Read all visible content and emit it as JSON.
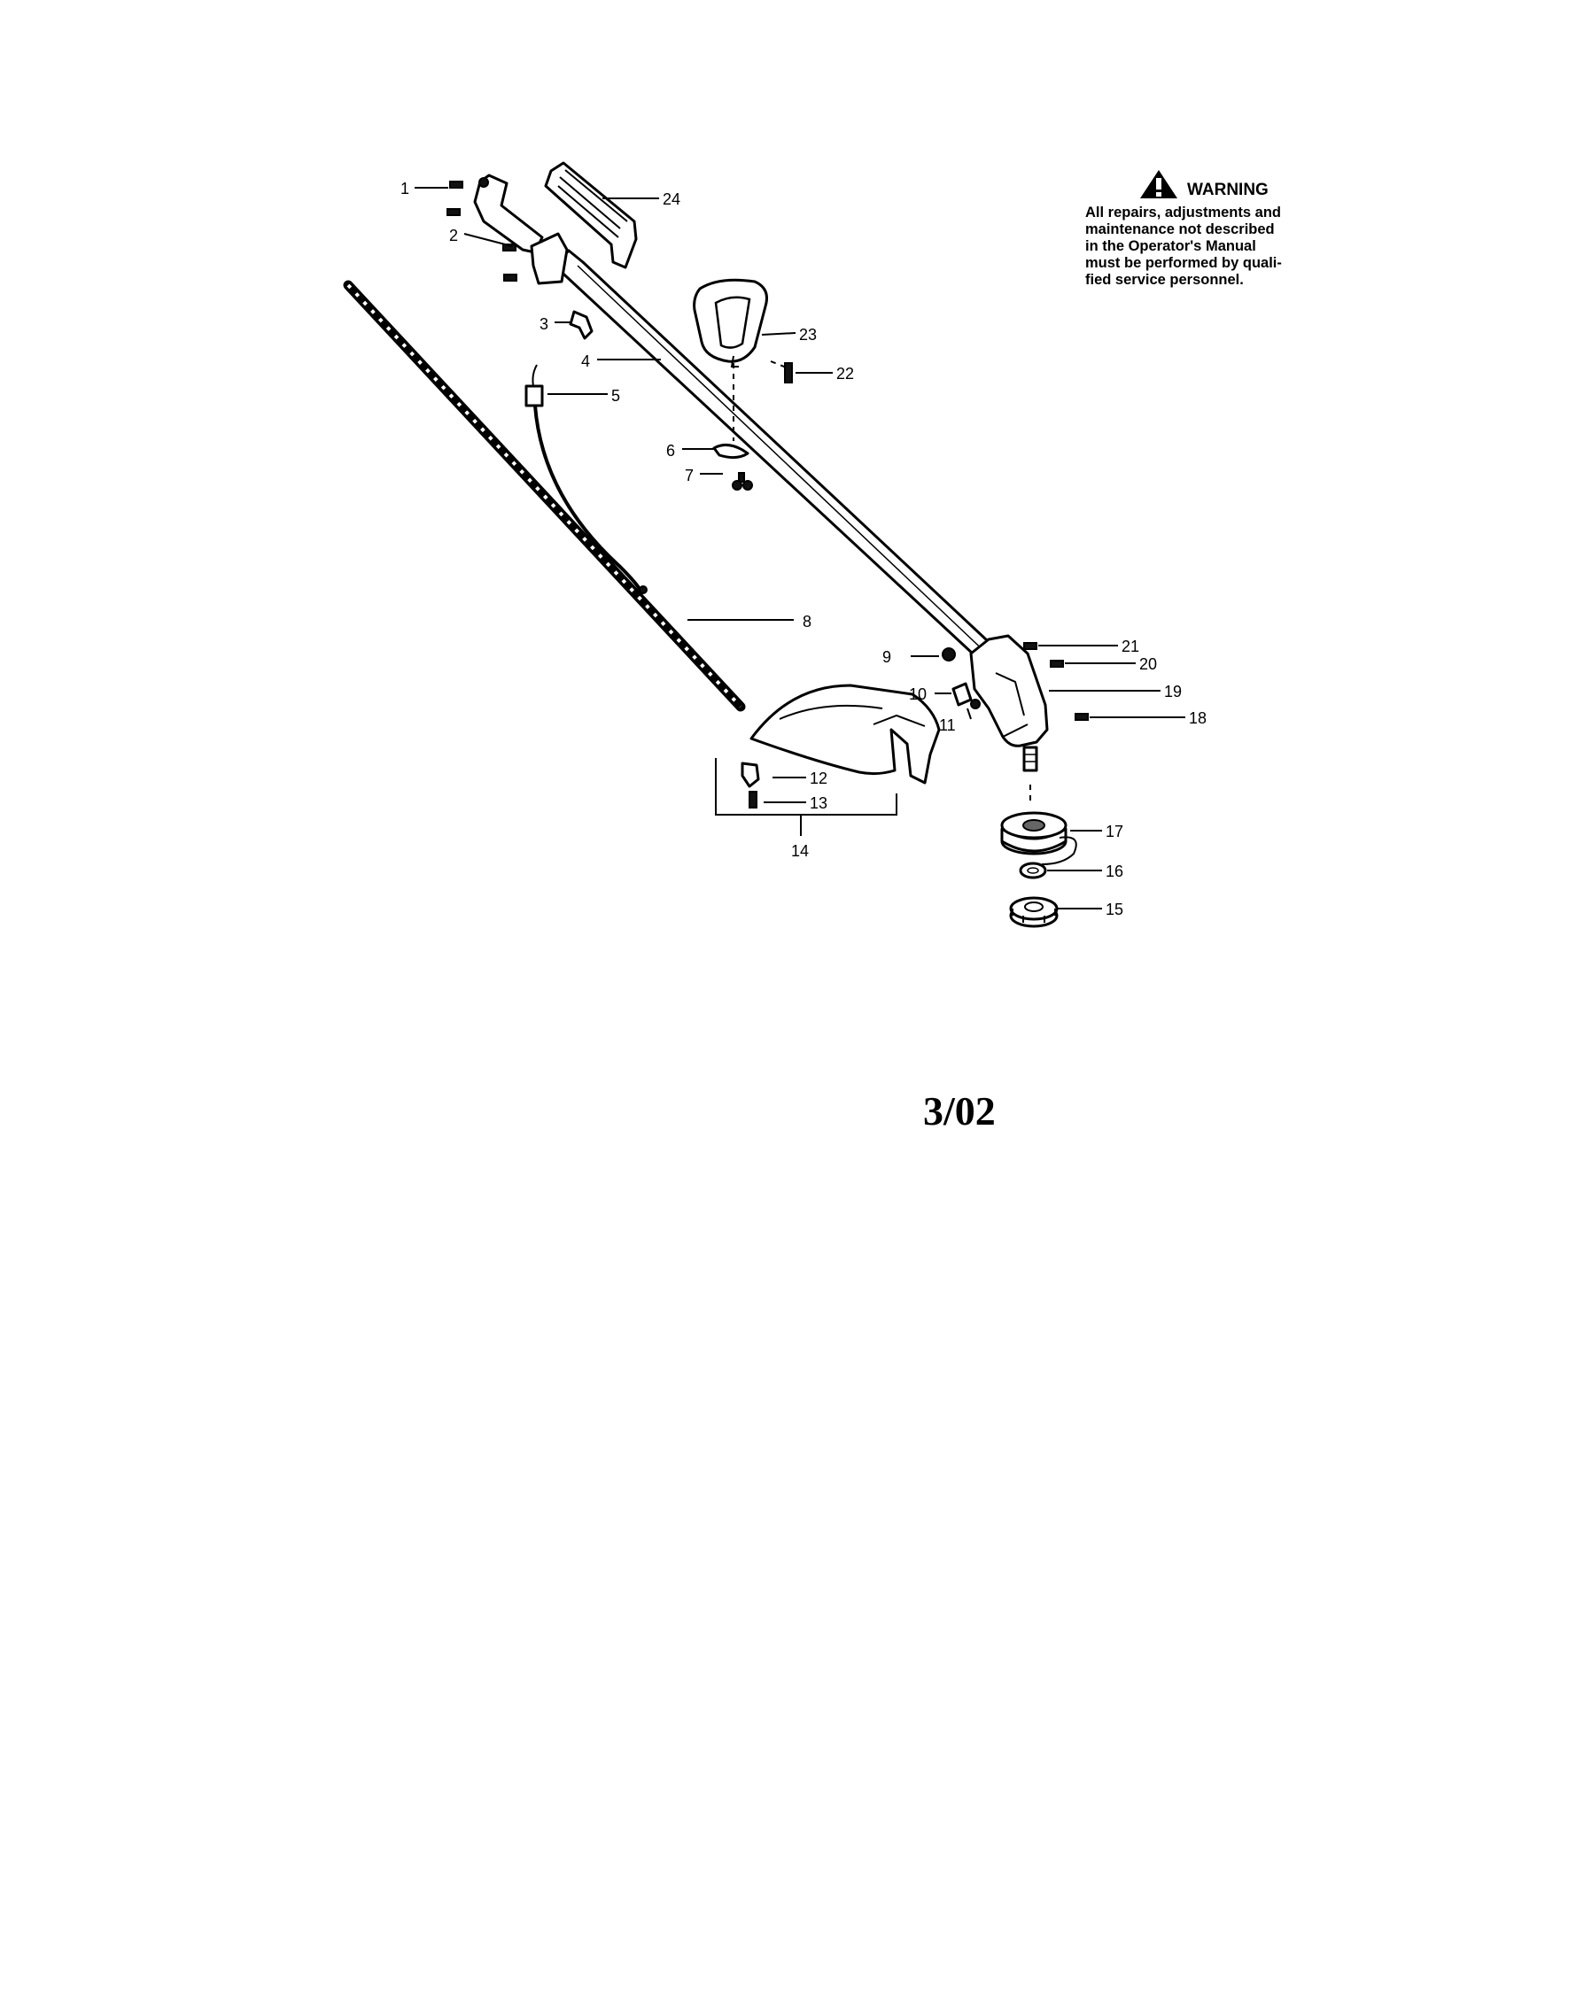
{
  "warning": {
    "title": "WARNING",
    "lines": [
      "All repairs, adjustments and",
      "maintenance not described",
      "in the Operator's Manual",
      "must be performed by quali-",
      "fied service personnel."
    ]
  },
  "part_numbers": {
    "p1": "1",
    "p2": "2",
    "p3": "3",
    "p4": "4",
    "p5": "5",
    "p6": "6",
    "p7": "7",
    "p8": "8",
    "p9": "9",
    "p10": "10",
    "p11": "11",
    "p12": "12",
    "p13": "13",
    "p14": "14",
    "p15": "15",
    "p16": "16",
    "p17": "17",
    "p18": "18",
    "p19": "19",
    "p20": "20",
    "p21": "21",
    "p22": "22",
    "p23": "23",
    "p24": "24"
  },
  "date_mark": "3/02"
}
